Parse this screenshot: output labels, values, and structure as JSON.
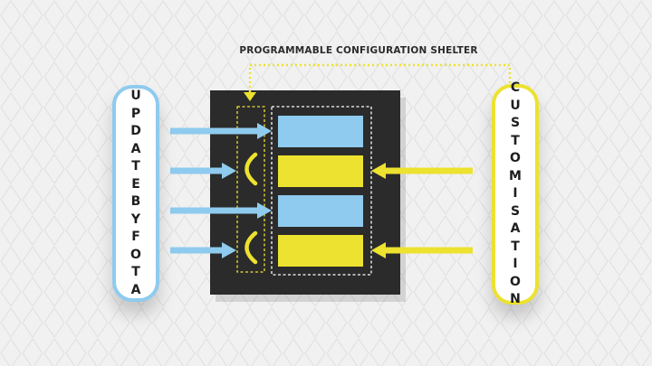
{
  "title": "PROGRAMMABLE CONFIGURATION SHELTER",
  "left_label": "UPDATE BY FOTA",
  "right_label": "CUSTOMISATION",
  "colors": {
    "background": "#f1f1f1",
    "box": "#2b2b2b",
    "blue": "#8ecbee",
    "yellow": "#ece22f",
    "white": "#ffffff",
    "text": "#2b2b2b"
  },
  "icons": {
    "blue_arrows": "arrow-right-icon",
    "yellow_arrows": "arrow-left-icon",
    "brackets": "open-bracket-icon",
    "connector": "dotted-connector"
  }
}
